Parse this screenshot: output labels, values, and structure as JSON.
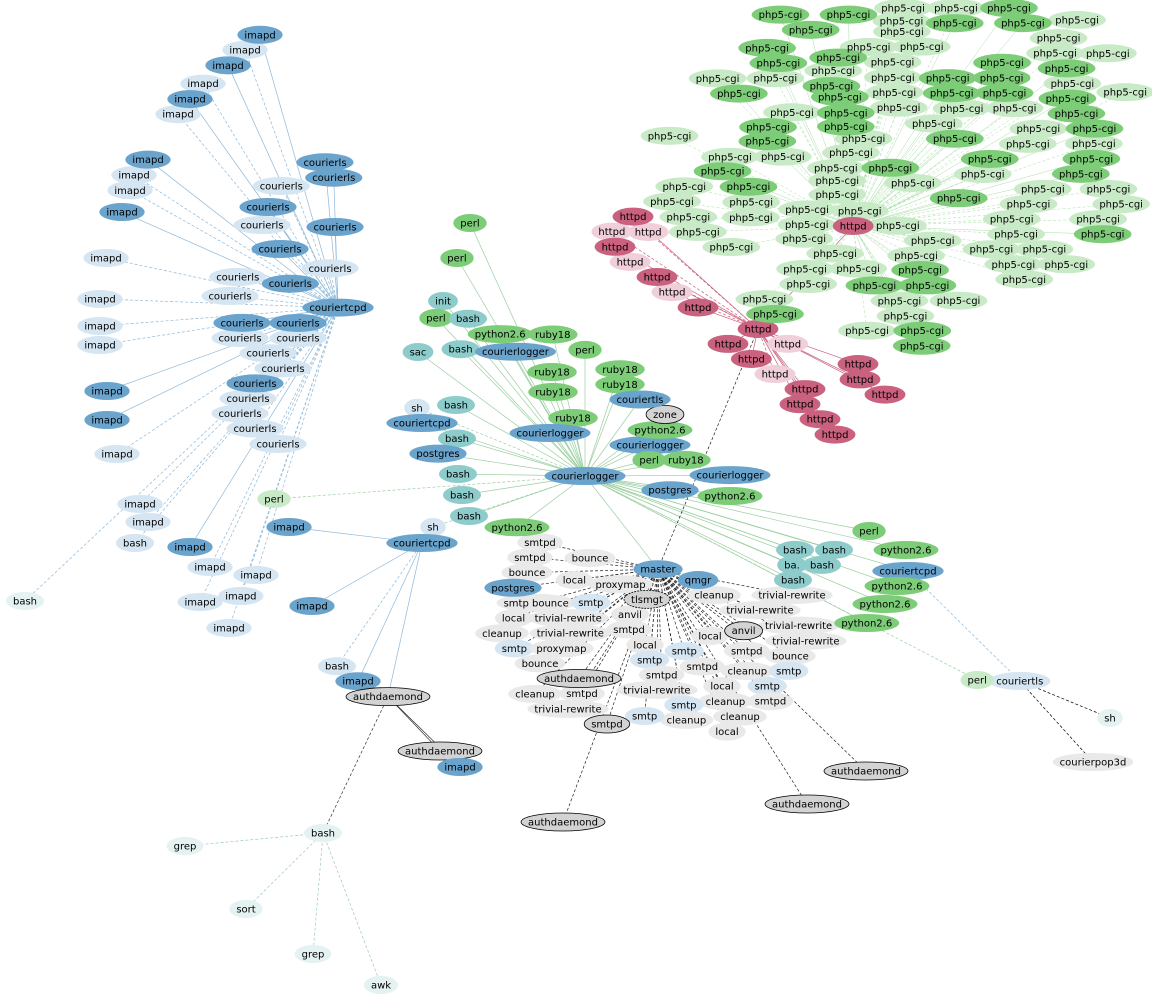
{
  "title": "process graph",
  "colors": {
    "D": "#6aa3cc",
    "L": "#d5e5f1",
    "G": "#7ccc78",
    "LG": "#c9eac6",
    "T": "#8ecccb",
    "P": "#c9617f",
    "LP": "#f0cfdb",
    "Y": "#d3d3d3",
    "E": "#e9e9e9",
    "VL": "#e4f2f2"
  },
  "nodes": [
    [
      "imapd",
      "D",
      "T"
    ],
    [
      "imapd",
      "L",
      "T"
    ],
    [
      "imapd",
      "D",
      "T"
    ],
    [
      "imapd",
      "L",
      "T"
    ],
    [
      "imapd",
      "D",
      "T"
    ],
    [
      "imapd",
      "L",
      "T"
    ],
    [
      "imapd",
      "D",
      "T"
    ],
    [
      "imapd",
      "L",
      "T"
    ],
    [
      "imapd",
      "L",
      "T"
    ],
    [
      "imapd",
      "D",
      "T"
    ],
    [
      "imapd",
      "L",
      "T"
    ],
    [
      "imapd",
      "L",
      "T"
    ],
    [
      "imapd",
      "L",
      "T"
    ],
    [
      "imapd",
      "L",
      "T"
    ],
    [
      "imapd",
      "D",
      "T"
    ],
    [
      "imapd",
      "D",
      "T"
    ],
    [
      "imapd",
      "L",
      "T"
    ],
    [
      "imapd",
      "L",
      "T"
    ],
    [
      "imapd",
      "L",
      "T"
    ],
    [
      "bash",
      "L",
      "T"
    ],
    [
      "imapd",
      "D",
      "T"
    ],
    [
      "imapd",
      "L",
      "T"
    ],
    [
      "imapd",
      "L",
      "T"
    ],
    [
      "imapd",
      "L",
      "T"
    ],
    [
      "imapd",
      "L",
      "T"
    ],
    [
      "imapd",
      "L",
      "T"
    ],
    [
      "imapd",
      "D",
      "T2"
    ],
    [
      "imapd",
      "D",
      "T2"
    ],
    [
      "bash",
      "VL",
      "T"
    ],
    [
      "perl",
      "LG",
      "CL"
    ],
    [
      "courierls",
      "D",
      "T"
    ],
    [
      "courierls",
      "D",
      "T"
    ],
    [
      "courierls",
      "L",
      "T"
    ],
    [
      "courierls",
      "D",
      "T"
    ],
    [
      "courierls",
      "L",
      "T"
    ],
    [
      "courierls",
      "D",
      "T"
    ],
    [
      "courierls",
      "D",
      "T"
    ],
    [
      "courierls",
      "L",
      "T"
    ],
    [
      "courierls",
      "L",
      "T"
    ],
    [
      "courierls",
      "D",
      "T"
    ],
    [
      "courierls",
      "L",
      "T"
    ],
    [
      "courierls",
      "D",
      "T"
    ],
    [
      "courierls",
      "D",
      "T"
    ],
    [
      "courierls",
      "L",
      "T"
    ],
    [
      "courierls",
      "L",
      "T"
    ],
    [
      "courierls",
      "L",
      "T"
    ],
    [
      "courierls",
      "L",
      "T"
    ],
    [
      "courierls",
      "D",
      "T"
    ],
    [
      "courierls",
      "L",
      "T"
    ],
    [
      "courierls",
      "L",
      "T"
    ],
    [
      "courierls",
      "L",
      "T"
    ],
    [
      "courierls",
      "L",
      "T"
    ],
    [
      "couriertcpd",
      "D",
      "",
      "T"
    ],
    [
      "couriertcpd",
      "D",
      "CL"
    ],
    [
      "couriertcpd",
      "D",
      "",
      "T2"
    ],
    [
      "imapd",
      "D",
      "T2"
    ],
    [
      "authdaemond",
      "Y",
      "T2",
      "A"
    ],
    [
      "bash",
      "L",
      "T2"
    ],
    [
      "perl",
      "G",
      "CL"
    ],
    [
      "perl",
      "G",
      "CL"
    ],
    [
      "init",
      "T",
      "CL"
    ],
    [
      "perl",
      "G",
      "CL"
    ],
    [
      "bash",
      "T",
      "CL"
    ],
    [
      "sac",
      "T",
      "CL"
    ],
    [
      "bash",
      "T",
      "CL"
    ],
    [
      "python2.6",
      "G",
      "CL"
    ],
    [
      "courierlogger",
      "D",
      "CL"
    ],
    [
      "ruby18",
      "G",
      "CL"
    ],
    [
      "perl",
      "G",
      "CL"
    ],
    [
      "ruby18",
      "G",
      "CL"
    ],
    [
      "ruby18",
      "G",
      "CL"
    ],
    [
      "ruby18",
      "G",
      "CL"
    ],
    [
      "ruby18",
      "G",
      "CL"
    ],
    [
      "ruby18",
      "G",
      "CL"
    ],
    [
      "sh",
      "L",
      "CL"
    ],
    [
      "bash",
      "T",
      "CL"
    ],
    [
      "bash",
      "T",
      "CL"
    ],
    [
      "postgres",
      "D",
      "CL"
    ],
    [
      "courierlogger",
      "D",
      "CL"
    ],
    [
      "courierlogger",
      "D",
      "CL"
    ],
    [
      "courierlogger",
      "D",
      "",
      "CL"
    ],
    [
      "courierlogger",
      "D",
      "CL"
    ],
    [
      "python2.6",
      "G",
      "CL"
    ],
    [
      "python2.6",
      "G",
      "CL"
    ],
    [
      "perl",
      "G",
      "CL"
    ],
    [
      "ruby18",
      "G",
      "CL"
    ],
    [
      "postgres",
      "D",
      "CL"
    ],
    [
      "zone",
      "Y",
      "CL"
    ],
    [
      "bash",
      "T",
      "CL"
    ],
    [
      "bash",
      "T",
      "CL"
    ],
    [
      "bash",
      "T",
      "CL"
    ],
    [
      "python2.6",
      "G",
      "CL"
    ],
    [
      "sh",
      "L",
      "CL"
    ],
    [
      "couriertls",
      "D",
      "CL"
    ],
    [
      "bash",
      "T",
      "CL"
    ],
    [
      "bash",
      "T",
      "CL"
    ],
    [
      "bash",
      "T",
      "CL"
    ],
    [
      "ba.",
      "T",
      "CL"
    ],
    [
      "bash",
      "T",
      "CL"
    ],
    [
      "perl",
      "G",
      "CL"
    ],
    [
      "python2.6",
      "G",
      "CL"
    ],
    [
      "couriertcpd",
      "D",
      "CL",
      "T3"
    ],
    [
      "python2.6",
      "G",
      "CL"
    ],
    [
      "python2.6",
      "G",
      "CL"
    ],
    [
      "python2.6",
      "G",
      "CL"
    ],
    [
      "couriertls",
      "L",
      "T3",
      "T4"
    ],
    [
      "perl",
      "LG",
      "CL"
    ],
    [
      "sh",
      "VL",
      "T4"
    ],
    [
      "courierpop3d",
      "E",
      "T4"
    ],
    [
      "master",
      "D",
      "CL",
      "M"
    ],
    [
      "qmgr",
      "D",
      "M"
    ],
    [
      "tlsmgt",
      "Y",
      "M"
    ],
    [
      "anvil",
      "Y",
      "M"
    ],
    [
      "smtpd",
      "E",
      "M"
    ],
    [
      "bounce",
      "E",
      "M"
    ],
    [
      "smtpd",
      "E",
      "M"
    ],
    [
      "bounce",
      "E",
      "M"
    ],
    [
      "local",
      "E",
      "M"
    ],
    [
      "postgres",
      "D",
      "M"
    ],
    [
      "smtp bounce",
      "E",
      "M"
    ],
    [
      "proxymap",
      "E",
      "M"
    ],
    [
      "local",
      "E",
      "M"
    ],
    [
      "smtp",
      "L",
      "M"
    ],
    [
      "cleanup",
      "E",
      "M"
    ],
    [
      "trivial-rewrite",
      "E",
      "M"
    ],
    [
      "smtpd",
      "E",
      "M"
    ],
    [
      "anvil",
      "E",
      "M"
    ],
    [
      "smtp",
      "L",
      "M"
    ],
    [
      "bounce",
      "E",
      "M"
    ],
    [
      "trivial-rewrite",
      "E",
      "M"
    ],
    [
      "local",
      "E",
      "M"
    ],
    [
      "cleanup",
      "E",
      "M"
    ],
    [
      "proxymap",
      "E",
      "M"
    ],
    [
      "authdaemond",
      "Y",
      "M"
    ],
    [
      "trivial-rewrite",
      "E",
      "M"
    ],
    [
      "smtpd",
      "E",
      "M"
    ],
    [
      "smtpd",
      "Y",
      "M"
    ],
    [
      "smtp",
      "L",
      "M"
    ],
    [
      "smtp",
      "L",
      "M"
    ],
    [
      "smtpd",
      "E",
      "M"
    ],
    [
      "cleanup",
      "E",
      "M"
    ],
    [
      "local",
      "E",
      "M"
    ],
    [
      "trivial-rewrite",
      "E",
      "M"
    ],
    [
      "smtpd",
      "E",
      "M"
    ],
    [
      "cleanup",
      "E",
      "M"
    ],
    [
      "smtp",
      "L",
      "M"
    ],
    [
      "local",
      "E",
      "M"
    ],
    [
      "cleanup",
      "E",
      "M"
    ],
    [
      "local",
      "E",
      "M"
    ],
    [
      "smtp",
      "L",
      "M"
    ],
    [
      "cleanup",
      "E",
      "M"
    ],
    [
      "trivial-rewrite",
      "E",
      "M"
    ],
    [
      "trivial-rewrite",
      "E",
      "M"
    ],
    [
      "cleanup",
      "E",
      "M"
    ],
    [
      "trivial-rewrite",
      "E",
      "M"
    ],
    [
      "trivial-rewrite",
      "E",
      "M"
    ],
    [
      "smtpd",
      "E",
      "M"
    ],
    [
      "bounce",
      "E",
      "M"
    ],
    [
      "smtpd",
      "E",
      "M"
    ],
    [
      "smtp",
      "L",
      "M"
    ],
    [
      "smtp",
      "L",
      "M"
    ],
    [
      "authdaemond",
      "Y",
      "A"
    ],
    [
      "authdaemond",
      "Y",
      "M"
    ],
    [
      "authdaemond",
      "Y",
      "M"
    ],
    [
      "authdaemond",
      "Y",
      "M"
    ],
    [
      "imapd",
      "D",
      "A"
    ],
    [
      "bash",
      "VL",
      "A",
      "B"
    ],
    [
      "grep",
      "VL",
      "B"
    ],
    [
      "sort",
      "VL",
      "B"
    ],
    [
      "grep",
      "VL",
      "B"
    ],
    [
      "awk",
      "VL",
      "B"
    ],
    [
      "httpd",
      "P",
      "H"
    ],
    [
      "httpd",
      "LP",
      "H"
    ],
    [
      "httpd",
      "LP",
      "H"
    ],
    [
      "httpd",
      "P",
      "H"
    ],
    [
      "httpd",
      "LP",
      "H"
    ],
    [
      "httpd",
      "P",
      "H"
    ],
    [
      "httpd",
      "LP",
      "H"
    ],
    [
      "httpd",
      "P",
      "H"
    ],
    [
      "httpd",
      "P",
      "M",
      "H"
    ],
    [
      "httpd",
      "P",
      "H"
    ],
    [
      "httpd",
      "P",
      "H"
    ],
    [
      "httpd",
      "LP",
      "H"
    ],
    [
      "httpd",
      "P",
      "H"
    ],
    [
      "httpd",
      "P",
      "H"
    ],
    [
      "httpd",
      "P",
      "H"
    ],
    [
      "httpd",
      "P",
      "H"
    ],
    [
      "httpd",
      "LP",
      "H"
    ],
    [
      "httpd",
      "P",
      "H"
    ],
    [
      "httpd",
      "P",
      "H"
    ],
    [
      "httpd",
      "P",
      "H"
    ],
    [
      "php5-cgi",
      "G",
      "H"
    ],
    [
      "httpd",
      "P",
      "H",
      "H2"
    ]
  ],
  "php_cluster": {
    "label": "php5-cgi",
    "count": 110
  }
}
